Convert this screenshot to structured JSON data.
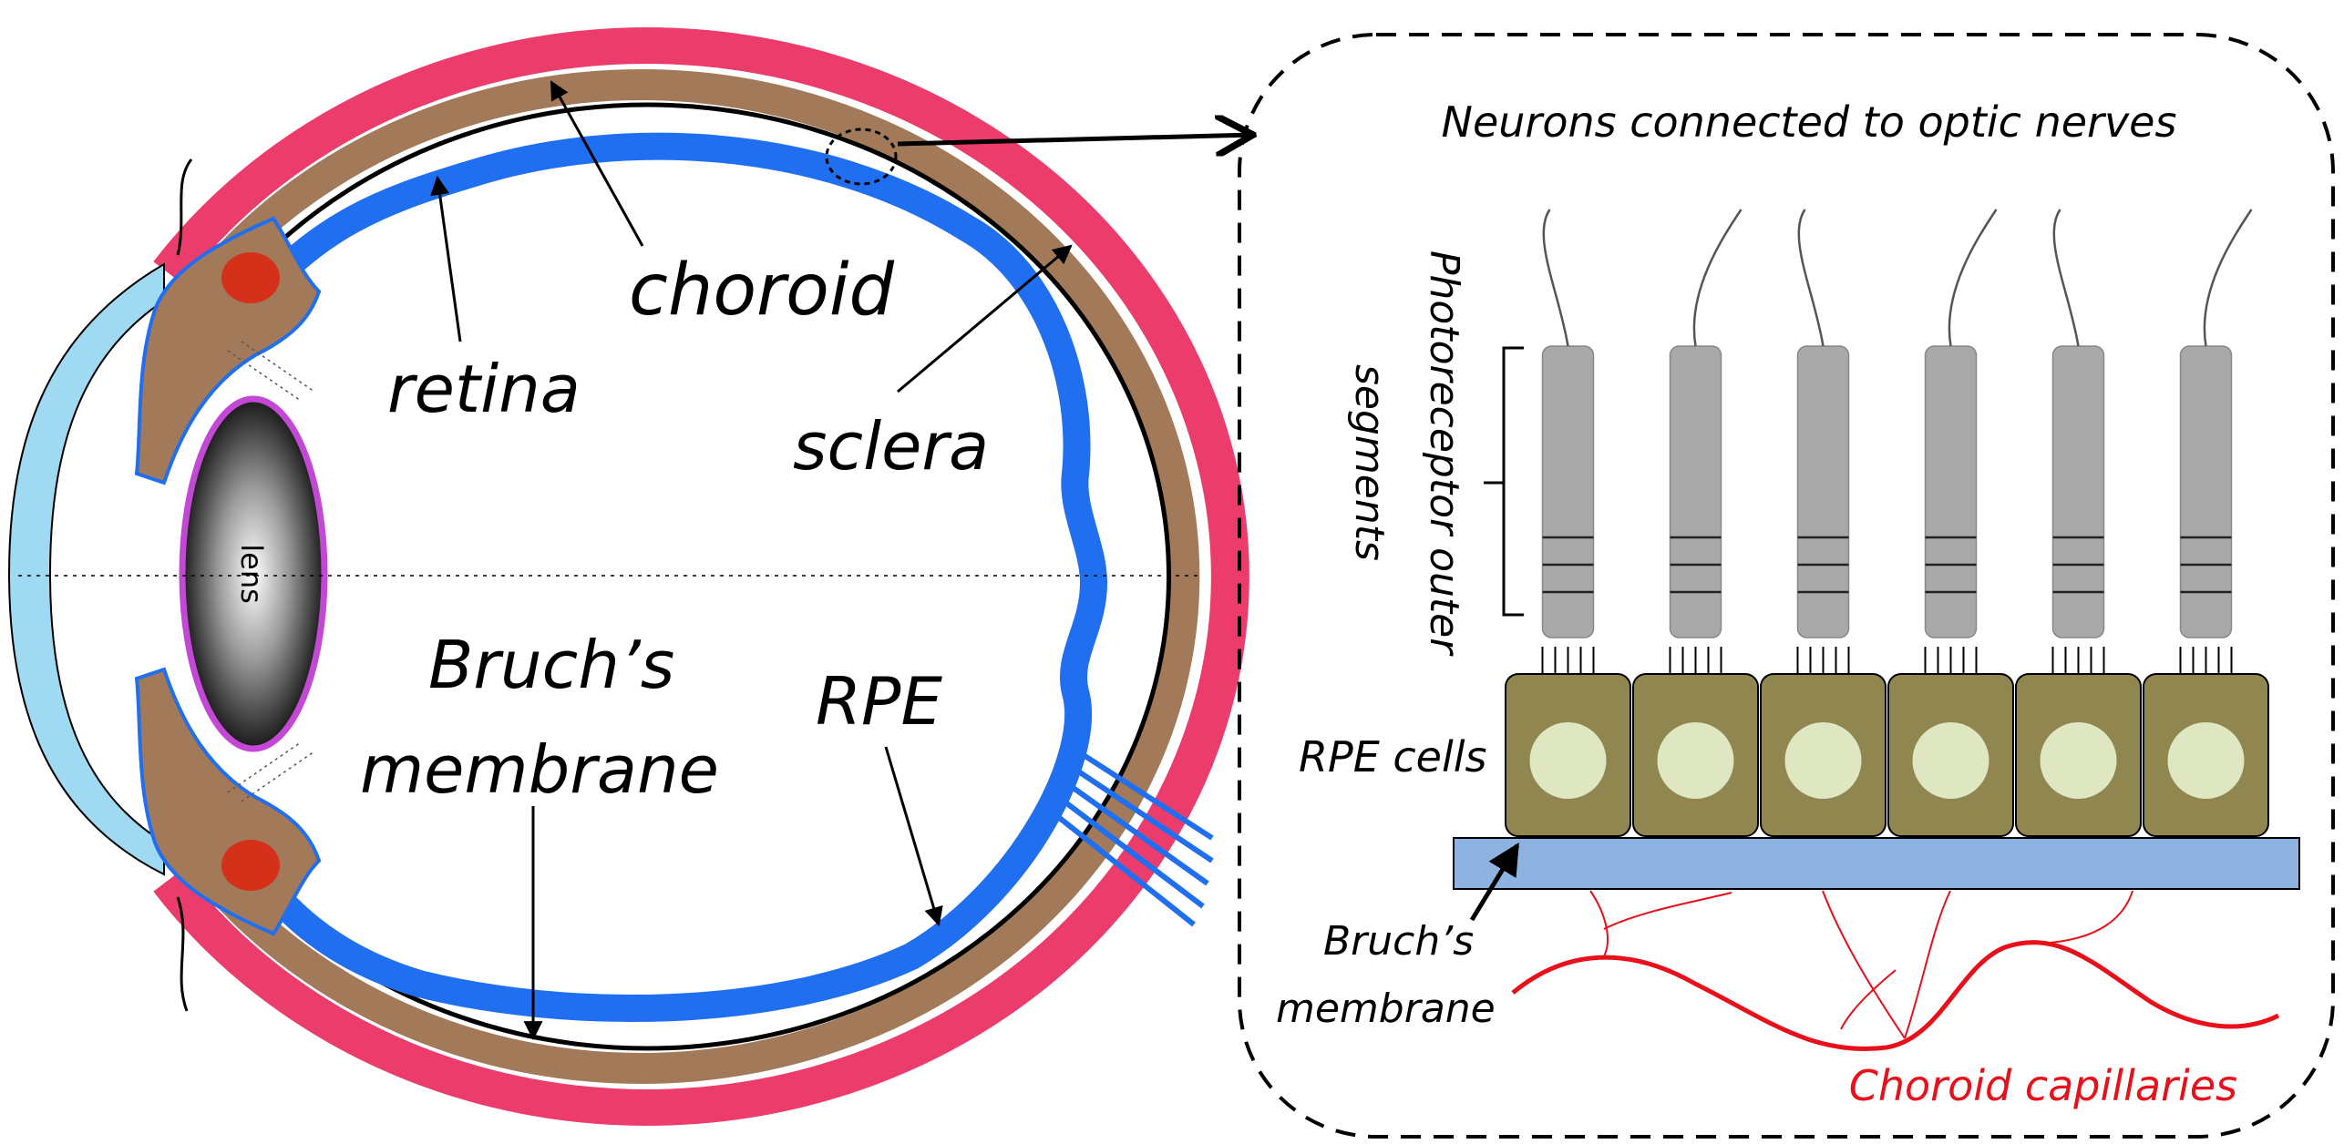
{
  "labels": {
    "lens": "lens",
    "retina": "retina",
    "choroid": "choroid",
    "sclera": "sclera",
    "bruchs_line1": "Bruch’s",
    "bruchs_line2": "membrane",
    "rpe": "RPE",
    "neurons": "Neurons connected to optic nerves",
    "photoreceptor_line1": "Photoreceptor outer",
    "photoreceptor_line2": "segments",
    "rpe_cells": "RPE cells",
    "bruchs_small_line1": "Bruch’s",
    "bruchs_small_line2": "membrane",
    "choroid_capillaries": "Choroid capillaries"
  },
  "colors": {
    "sclera": "#ec3c6c",
    "choroid": "#a27a5a",
    "retina": "#1f6ff0",
    "cornea": "#9fd9f2",
    "lens_rim": "#c448d6",
    "iris_spot": "#d4301a",
    "rpe_cell": "#8f8650",
    "rpe_nucleus": "#dfe6c2",
    "bruchs_membrane": "#8fb3e0",
    "photoreceptor": "#a9a9a9",
    "capillary": "#e8101a",
    "outline": "#000000"
  },
  "rpe_cell_count": 6
}
